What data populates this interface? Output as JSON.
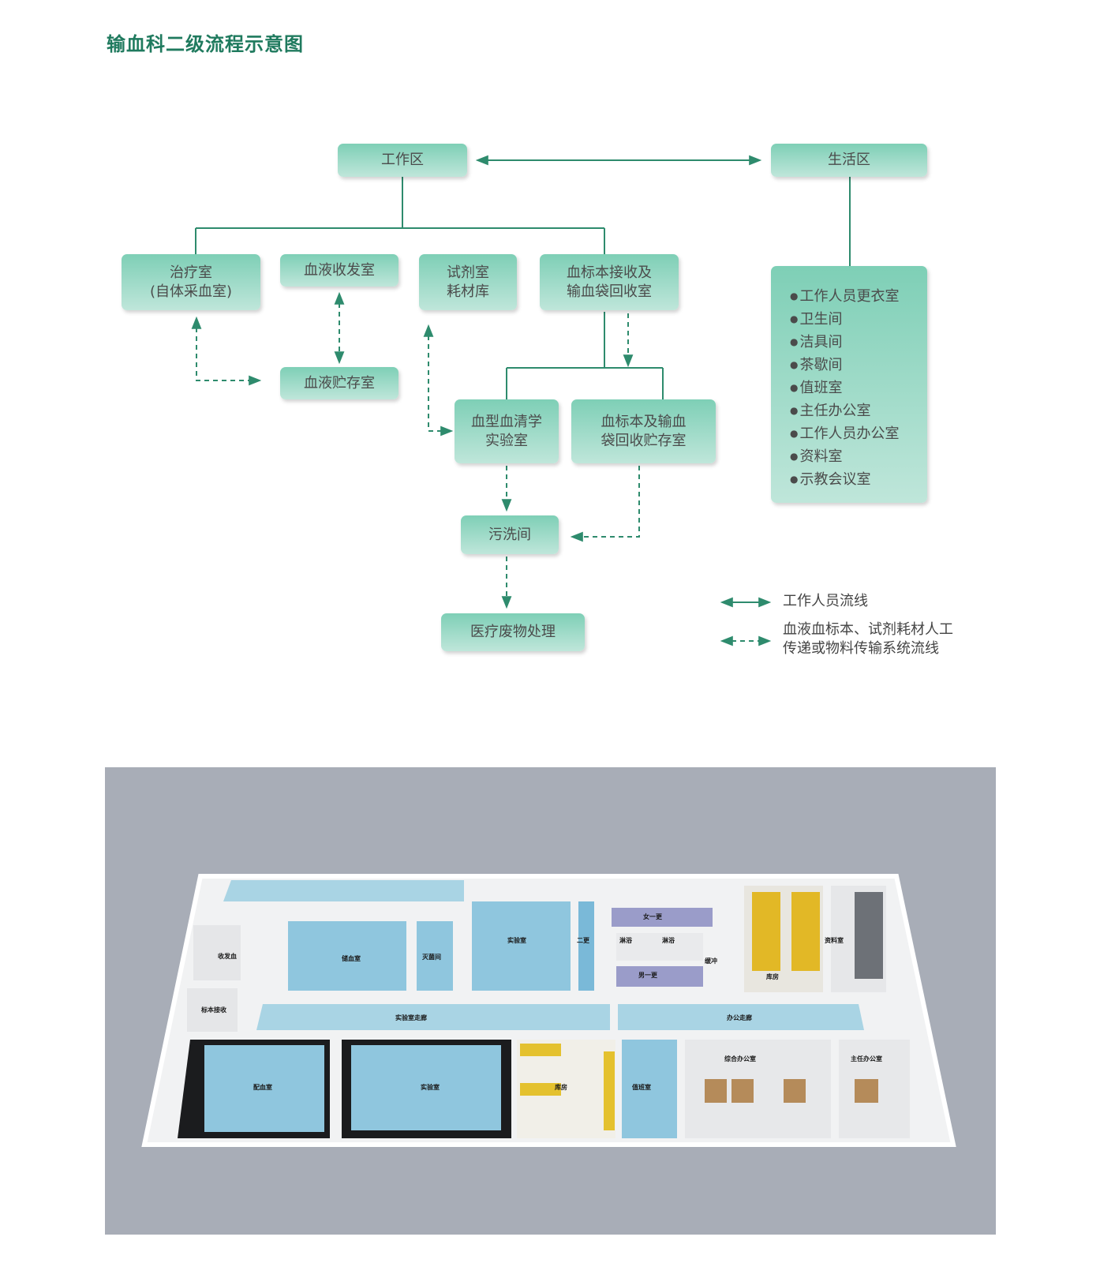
{
  "title": "输血科二级流程示意图",
  "nodes": {
    "work_zone": "工作区",
    "living_zone": "生活区",
    "treatment": [
      "治疗室",
      "(自体采血室)"
    ],
    "blood_dispatch": "血液收发室",
    "reagent": [
      "试剂室",
      "耗材库"
    ],
    "sample_receive": [
      "血标本接收及",
      "输血袋回收室"
    ],
    "blood_storage": "血液贮存室",
    "serology_lab": [
      "血型血清学",
      "实验室"
    ],
    "sample_storage": [
      "血标本及输血",
      "袋回收贮存室"
    ],
    "dirty_wash": "污洗间",
    "medical_waste": "医疗废物处理",
    "living_rooms": [
      "工作人员更衣室",
      "卫生间",
      "洁具间",
      "茶歇间",
      "值班室",
      "主任办公室",
      "工作人员办公室",
      "资料室",
      "示教会议室"
    ]
  },
  "legend": {
    "staff": "工作人员流线",
    "material": [
      "血液血标本、试剂耗材人工",
      "传递或物料传输系统流线"
    ]
  },
  "colors": {
    "title": "#1f7a5e",
    "line": "#2e8b6d",
    "box_top": "#7ecfb6",
    "box_bottom": "#bfe6da"
  },
  "floor_plan": {
    "labels": {
      "dispatch": "收发血",
      "sample_recv": "标本接收",
      "storage": "储血室",
      "sterilize": "灭菌间",
      "lab_top": "实验室",
      "change2": "二更",
      "female_change": "女一更",
      "shower1": "淋浴",
      "shower2": "淋浴",
      "male_change": "男一更",
      "buffer": "缓冲",
      "warehouse_top": "库房",
      "archive": "资料室",
      "lab_corridor": "实验室走廊",
      "office_corridor": "办公走廊",
      "blood_mix": "配血室",
      "lab_bottom": "实验室",
      "warehouse_bottom": "库房",
      "duty": "值班室",
      "general_office": "综合办公室",
      "director_office": "主任办公室"
    }
  }
}
